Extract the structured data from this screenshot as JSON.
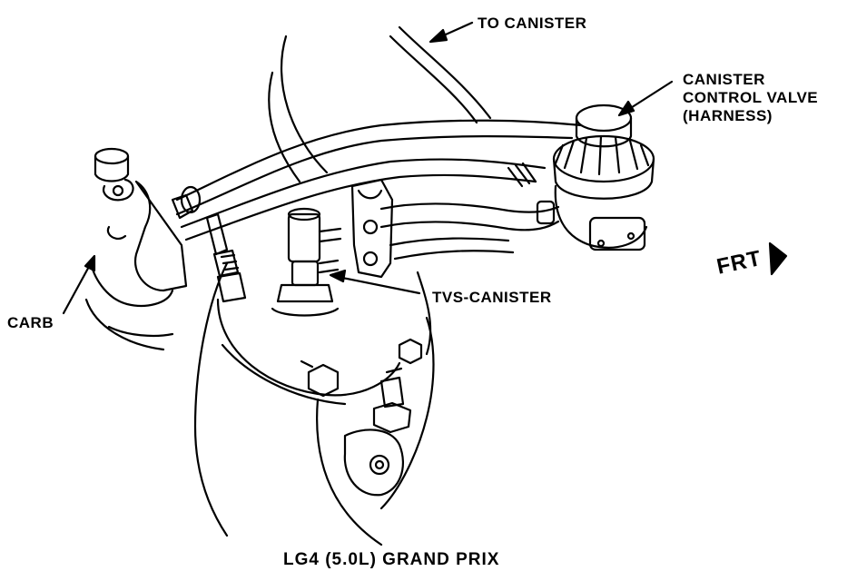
{
  "labels": {
    "to_canister": "TO CANISTER",
    "control_valve_line1": "CANISTER",
    "control_valve_line2": "CONTROL VALVE",
    "control_valve_line3": "(HARNESS)",
    "frt": "FRT",
    "carb": "CARB",
    "tvs_canister": "TVS-CANISTER"
  },
  "caption": "LG4 (5.0L) GRAND PRIX",
  "colors": {
    "ink": "#000000",
    "background": "#ffffff"
  }
}
